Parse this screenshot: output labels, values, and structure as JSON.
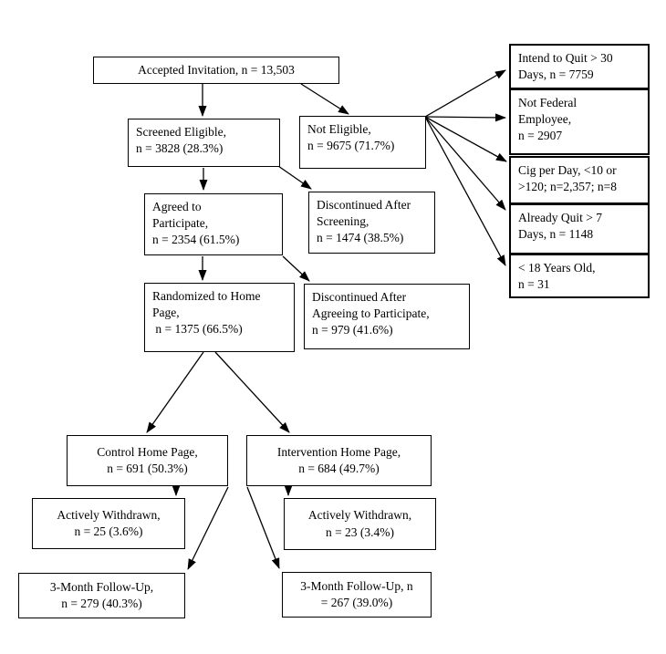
{
  "figure": {
    "type": "flowchart",
    "description": "Participant flow diagram (CONSORT-style) of study recruitment, eligibility, randomization and follow-up"
  },
  "colors": {
    "background": "#ffffff",
    "box_border": "#000000",
    "text": "#000000",
    "arrow": "#000000"
  },
  "nodes": {
    "accepted_invitation": {
      "label": "Accepted Invitation, n = 13,503"
    },
    "screened_eligible": {
      "label": "Screened Eligible,\nn = 3828 (28.3%)"
    },
    "not_eligible": {
      "label": "Not Eligible,\nn = 9675 (71.7%)"
    },
    "intend_to_quit": {
      "label": "Intend to Quit > 30\nDays, n = 7759"
    },
    "not_federal_employee": {
      "label": "Not Federal\nEmployee,\nn = 2907"
    },
    "cig_per_day": {
      "label": "Cig per Day, <10 or\n>120; n=2,357; n=8"
    },
    "already_quit": {
      "label": "Already Quit > 7\nDays, n = 1148"
    },
    "under_18": {
      "label": "< 18 Years Old,\nn = 31"
    },
    "agreed_to_participate": {
      "label": "Agreed to\nParticipate,\nn = 2354 (61.5%)"
    },
    "discontinued_after_screening": {
      "label": "Discontinued After\nScreening,\nn = 1474 (38.5%)"
    },
    "randomized_to_home_page": {
      "label": "Randomized to Home\nPage,\n n = 1375 (66.5%)"
    },
    "discontinued_after_agreeing": {
      "label": "Discontinued After\nAgreeing to Participate,\nn = 979 (41.6%)"
    },
    "control_home_page": {
      "label": "Control Home Page,\nn = 691 (50.3%)"
    },
    "intervention_home_page": {
      "label": "Intervention Home Page,\nn = 684 (49.7%)"
    },
    "actively_withdrawn_control": {
      "label": "Actively Withdrawn,\nn = 25 (3.6%)"
    },
    "actively_withdrawn_intervention": {
      "label": "Actively Withdrawn,\nn = 23 (3.4%)"
    },
    "followup_control": {
      "label": "3-Month Follow-Up,\nn = 279 (40.3%)"
    },
    "followup_intervention": {
      "label": "3-Month Follow-Up, n\n= 267 (39.0%)"
    }
  },
  "edges": [
    {
      "from": "accepted_invitation",
      "to": "screened_eligible"
    },
    {
      "from": "accepted_invitation",
      "to": "not_eligible"
    },
    {
      "from": "not_eligible",
      "to": "intend_to_quit"
    },
    {
      "from": "not_eligible",
      "to": "not_federal_employee"
    },
    {
      "from": "not_eligible",
      "to": "cig_per_day"
    },
    {
      "from": "not_eligible",
      "to": "already_quit"
    },
    {
      "from": "not_eligible",
      "to": "under_18"
    },
    {
      "from": "screened_eligible",
      "to": "agreed_to_participate"
    },
    {
      "from": "screened_eligible",
      "to": "discontinued_after_screening"
    },
    {
      "from": "agreed_to_participate",
      "to": "randomized_to_home_page"
    },
    {
      "from": "agreed_to_participate",
      "to": "discontinued_after_agreeing"
    },
    {
      "from": "randomized_to_home_page",
      "to": "control_home_page"
    },
    {
      "from": "randomized_to_home_page",
      "to": "intervention_home_page"
    },
    {
      "from": "control_home_page",
      "to": "actively_withdrawn_control"
    },
    {
      "from": "control_home_page",
      "to": "followup_control"
    },
    {
      "from": "intervention_home_page",
      "to": "actively_withdrawn_intervention"
    },
    {
      "from": "intervention_home_page",
      "to": "followup_intervention"
    }
  ]
}
